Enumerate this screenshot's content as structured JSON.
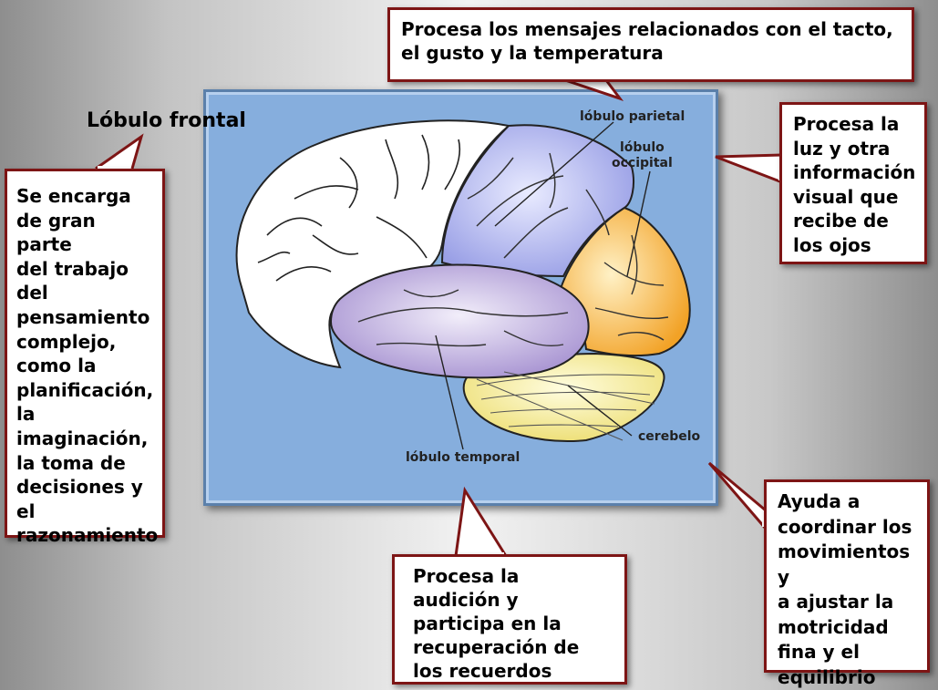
{
  "title": "Lóbulo frontal",
  "brain_labels": {
    "parietal": "lóbulo parietal",
    "occipital": "lóbulo\noccipital",
    "temporal": "lóbulo temporal",
    "cerebelo": "cerebelo"
  },
  "callouts": {
    "top": "Procesa los mensajes relacionados con el tacto,\nel gusto y la temperatura",
    "left": "Se encarga\nde gran parte\ndel trabajo\ndel\npensamiento\ncomplejo,\ncomo la\nplanificación,\nla\nimaginación,\nla toma de\ndecisiones y\nel\nrazonamiento",
    "right": "Procesa la\nluz y otra\ninformación\nvisual que\nrecibe de\nlos ojos",
    "bottom_center": "Procesa la\naudición y\nparticipa en la\nrecuperación de\nlos recuerdos",
    "bottom_right": "Ayuda a\ncoordinar los\nmovimientos y\na ajustar la\nmotricidad\nfina y el\nequilibrio"
  },
  "colors": {
    "callout_border": "#7d1515",
    "panel_bg": "#86aedd",
    "frontal": "#ffffff",
    "parietal": "#aab0ee",
    "occipital": "#f7b33a",
    "temporal": "#b2a2d6",
    "cerebelo": "#f3ee9a"
  }
}
